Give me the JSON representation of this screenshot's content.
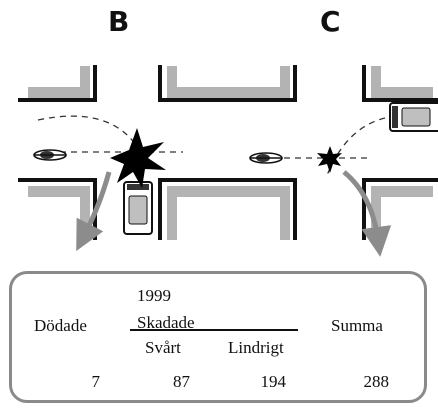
{
  "panels": [
    {
      "label": "B"
    },
    {
      "label": "C"
    }
  ],
  "colors": {
    "road_edge": "#111111",
    "sidewalk": "#b3b3b3",
    "arrow": "#8c8c8c",
    "box_border": "#8a8a8a",
    "impact": "#000000"
  },
  "icons": [
    "cyclist-icon",
    "car-icon",
    "collision-star-icon",
    "arrow-icon"
  ],
  "stats": {
    "year": "1999",
    "headers": {
      "dead": "Dödade",
      "injured": "Skadade",
      "severe": "Svårt",
      "minor": "Lindrigt",
      "total": "Summa"
    },
    "values": {
      "dead": "7",
      "severe": "87",
      "minor": "194",
      "total": "288"
    }
  }
}
